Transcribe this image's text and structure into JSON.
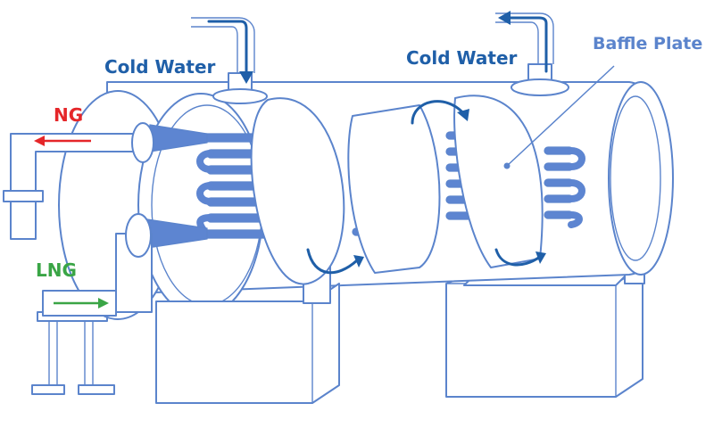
{
  "labels": {
    "cold_water_left": "Cold Water",
    "cold_water_right": "Cold Water",
    "baffle_plate": "Baffle Plate",
    "ng": "NG",
    "lng": "LNG"
  },
  "colors": {
    "outline": "#5b84cc",
    "tube_fill": "#5d85d1",
    "water_arrow": "#1f5fa8",
    "ng_label": "#e52629",
    "ng_arrow": "#e52629",
    "lng_label": "#3aa546",
    "lng_arrow": "#3aa546",
    "callout_text": "#5b84cc"
  },
  "icons": {
    "ng_flow": "arrow-left-icon",
    "lng_flow": "arrow-right-icon",
    "water_in": "arrow-down-icon",
    "water_out": "arrow-up-icon",
    "shell_flow": "curved-arrow-icon"
  }
}
